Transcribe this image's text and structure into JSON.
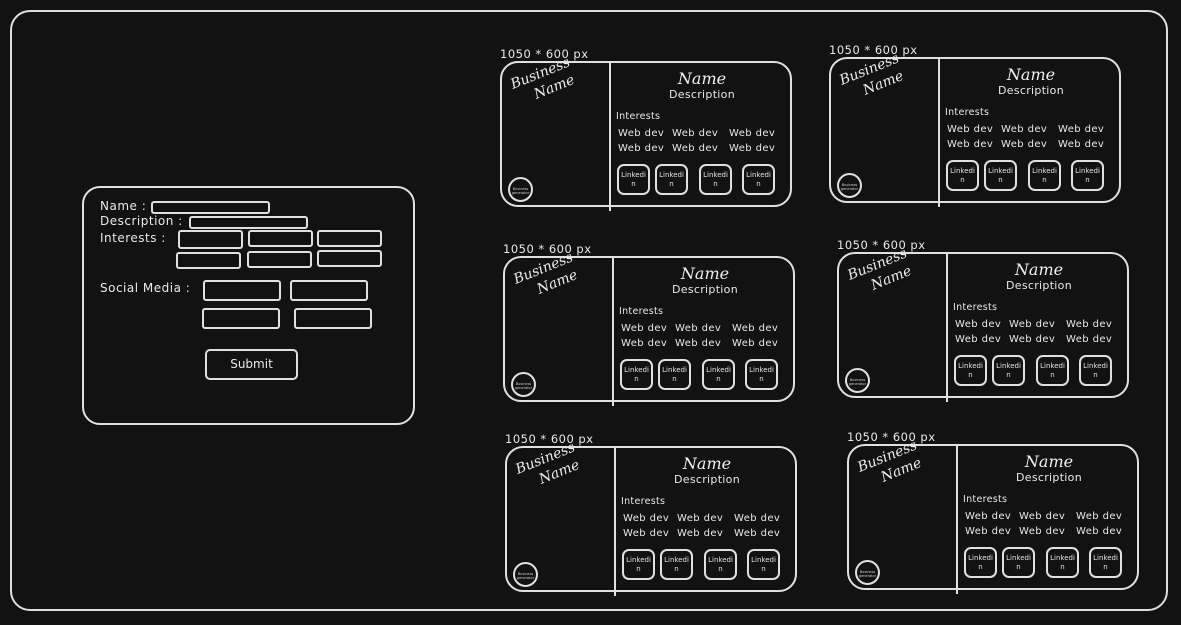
{
  "form": {
    "name_label": "Name :",
    "description_label": "Description :",
    "interests_label": "Interests :",
    "social_label": "Social Media :",
    "submit_label": "Submit"
  },
  "card": {
    "size_label": "1050 * 600 px",
    "business_line1": "Business",
    "business_line2": "Name",
    "logo_text": "Business generator",
    "name": "Name",
    "description": "Description",
    "interests_label": "Interests",
    "interest_tag": "Web dev",
    "social_label": "Linkedi n"
  }
}
